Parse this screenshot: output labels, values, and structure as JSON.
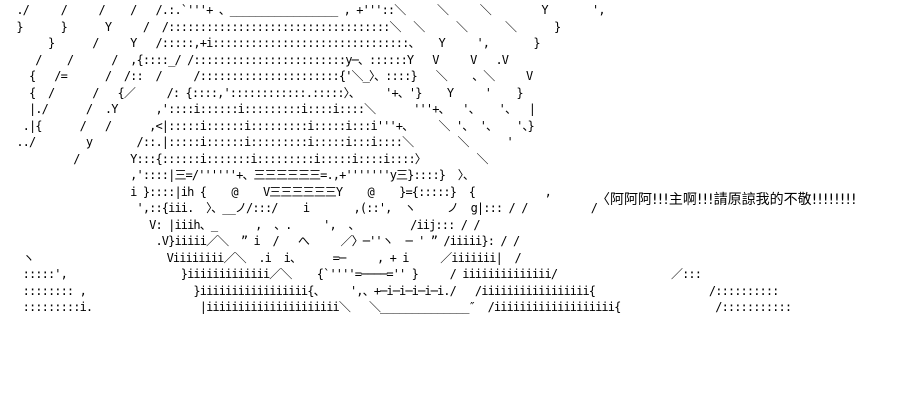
{
  "art": {
    "lines": [
      " ./     /     /    /   /.:.`'''+ 、_________________ , +'''::＼     ＼     ＼        Y       ',",
      " }      }      Y     /  /:::::::::::::::::::::::::::::::::::＼  ＼     ＼      ＼      }",
      "      }      /     Y   /:::::,+i:::::::::::::::::::::::::::::::、   Y     ',       }",
      "    /    /      /  ,{::::_/ /::::::::::::::::::::::::y─、::::::Y   V     V   .V",
      "   {   /=      /  /::  /     /::::::::::::::::::::::{'＼_〉、::::}   ＼    、＼     V",
      "   {  /      /   {／     /: {::::,'::::::::::::.:::::〉、    '+、'}    Y     '    }",
      "   |./      /  .Y      ,'::::i::::::i:::::::::i::::i::::＼      '''+、  '、   '、  |",
      "  .|{      /   /      ,<|:::::i::::::i:::::::::i:::::i:::i'''+、    ＼ '、 '、   '、}",
      " ../        y       /::.|:::::i::::::i:::::::::i:::::i:::i::::＼       ＼      '",
      "          /        Y:::{::::::i:::::::i:::::::::i:::::i::::i::::〉        ＼",
      "                   ,'::::|三=/''''''+、三三三三三三=.,+'''''''y三}::::}  〉、",
      "                   i }::::|ih {    @    V三三三三三三Y    @    }={:::::}  {           ,",
      "                    ',::{iii.  〉、__ノ/:::/    i       ,(::',  ヽ     ノ  g|::: / /          /",
      "                      V: |iiih、_      ,  、.     ',  、        /iij::: / /",
      "                       .V}iiiii／＼  ” i  /   へ     ／〉─''ヽ  ─ ' ” /iiiii}: / /",
      "  ヽ                     Viiiiiiii／＼  .i  i、     =─     , + i     ／iiiiiii|  /",
      "  :::::',                  }iiiiiiiiiiiii／＼    {`''''=────='' }     / iiiiiiiiiiiiii/                  ／:::",
      "  :::::::: ,                 }iiiiiiiiiiiiiiiii{、    ',、+─i─i─i─i─i./   /iiiiiiiiiiiiiiiii{                  /::::::::::",
      "  :::::::::i.                 |iiiiiiiiiiiiiiiiiiiii＼   ＼______________″  /iiiiiiiiiiiiiiiiiii{               /:::::::::::"
    ]
  },
  "speech": {
    "text": "〈阿阿阿!!!主啊!!!請原諒我的不敬!!!!!!!!"
  }
}
